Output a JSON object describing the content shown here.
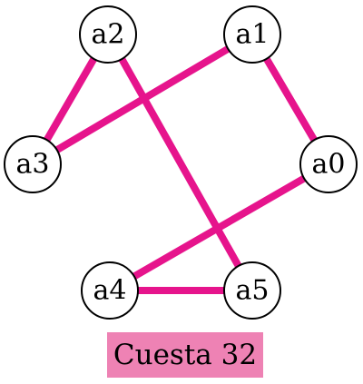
{
  "colors": {
    "edge": "#e6148c",
    "caption_background": "#ee82b4"
  },
  "caption": "Cuesta 32",
  "nodes": [
    {
      "id": "a0",
      "label": "a0"
    },
    {
      "id": "a1",
      "label": "a1"
    },
    {
      "id": "a2",
      "label": "a2"
    },
    {
      "id": "a3",
      "label": "a3"
    },
    {
      "id": "a4",
      "label": "a4"
    },
    {
      "id": "a5",
      "label": "a5"
    }
  ],
  "edges": [
    {
      "from": "a2",
      "to": "a3"
    },
    {
      "from": "a1",
      "to": "a3"
    },
    {
      "from": "a2",
      "to": "a5"
    },
    {
      "from": "a1",
      "to": "a0"
    },
    {
      "from": "a0",
      "to": "a4"
    },
    {
      "from": "a4",
      "to": "a5"
    }
  ]
}
